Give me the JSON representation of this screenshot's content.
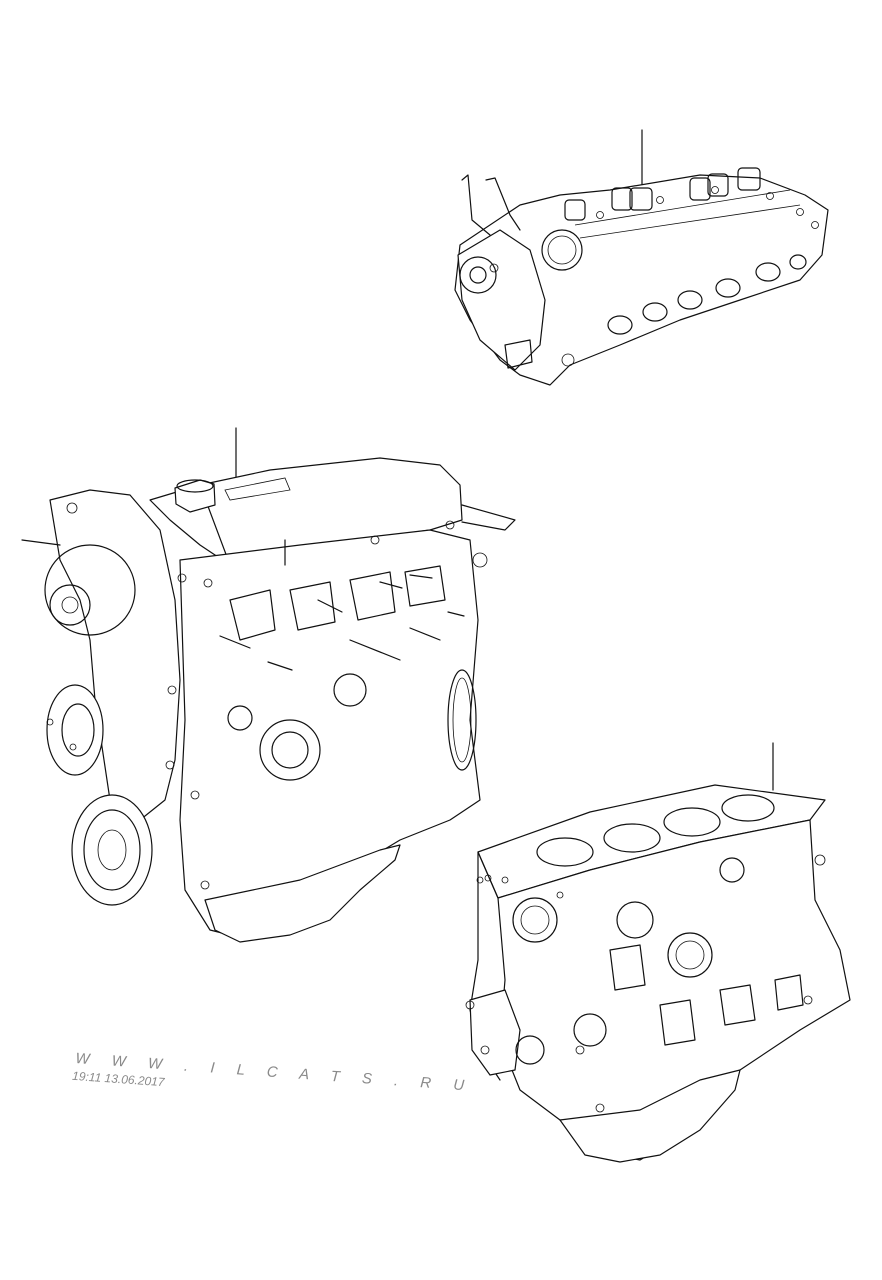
{
  "parts": [
    {
      "id": "cylinder-head-assembly"
    },
    {
      "id": "complete-engine-assembly"
    },
    {
      "id": "cylinder-block-assembly"
    }
  ],
  "watermark": {
    "site": "W W W . I L C A T S . R U",
    "timestamp": "19:11 13.06.2017"
  }
}
